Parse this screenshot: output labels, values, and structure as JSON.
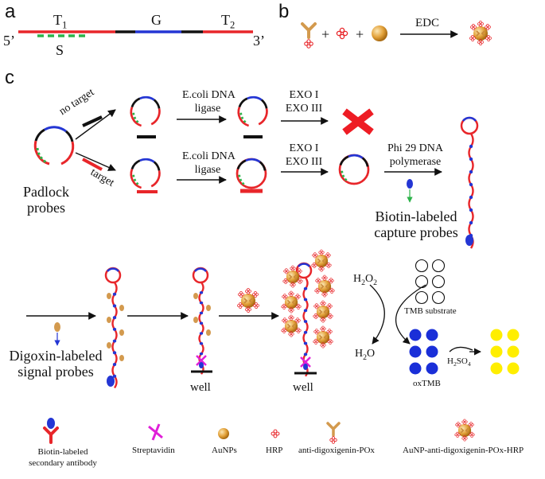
{
  "panels": {
    "a": "a",
    "b": "b",
    "c": "c"
  },
  "panel_a": {
    "five_prime": "5’",
    "three_prime": "3’",
    "t1_base": "T",
    "t1_sub": "1",
    "g": "G",
    "t2_base": "T",
    "t2_sub": "2",
    "s": "S"
  },
  "panel_b": {
    "plus1": "+",
    "plus2": "+",
    "edc": "EDC"
  },
  "panel_c": {
    "no_target": "no target",
    "target": "target",
    "ligase_top_1": "E.coli DNA",
    "ligase_top_2": "ligase",
    "ligase_bot_1": "E.coli DNA",
    "ligase_bot_2": "ligase",
    "exo_top_1": "EXO I",
    "exo_top_2": "EXO III",
    "exo_bot_1": "EXO I",
    "exo_bot_2": "EXO III",
    "phi_1": "Phi 29 DNA",
    "phi_2": "polymerase",
    "padlock_1": "Padlock",
    "padlock_2": "probes",
    "biotin_capture_1": "Biotin-labeled",
    "biotin_capture_2": "capture probes",
    "digoxin_1": "Digoxin-labeled",
    "digoxin_2": "signal probes",
    "well_1": "well",
    "well_2": "well",
    "h2o2": "H",
    "h2o2_a": "2",
    "h2o2_b": "O",
    "h2o2_c": "2",
    "h2o": "H",
    "h2o_a": "2",
    "h2o_b": "O",
    "tmb_substrate": "TMB substrate",
    "h2so4": "H",
    "h2so4_a": "2",
    "h2so4_b": "SO",
    "h2so4_c": "4",
    "oxtmb": "oxTMB"
  },
  "legend": {
    "secondary_antibody_1": "Biotin-labeled",
    "secondary_antibody_2": "secondary antibody",
    "streptavidin": "Streptavidin",
    "aunps": "AuNPs",
    "hrp": "HRP",
    "anti_dig": "anti-digoxigenin-POx",
    "conjugate": "AuNP-anti-digoxigenin-POx-HRP"
  },
  "colors": {
    "dna_red": "#e8262a",
    "dna_blue": "#2436d4",
    "dna_black": "#111111",
    "probe_green": "#2db34a",
    "cross_red": "#ee1c24",
    "tmb_blue": "#1a2fd8",
    "oxtmb_yellow": "#ffee00",
    "streptavidin": "#e020d8",
    "gold": "#e3a23a",
    "antibody": "#d39a4e"
  }
}
